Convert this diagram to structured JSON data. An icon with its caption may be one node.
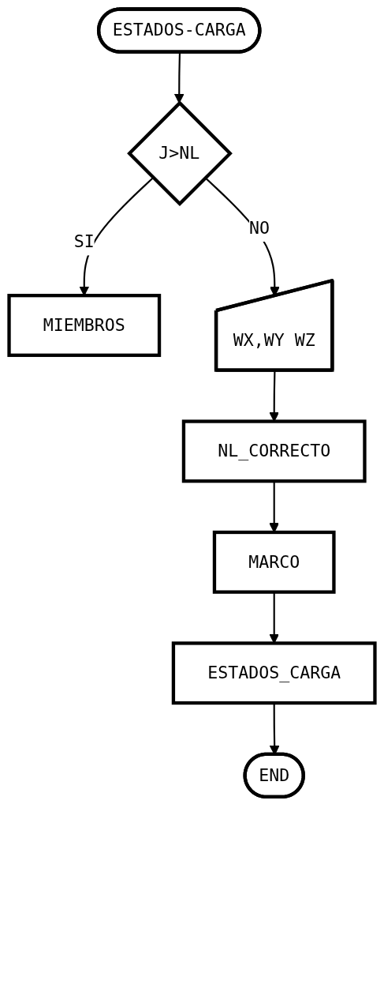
{
  "diagram": {
    "nodes": [
      {
        "text": [
          "ESTADOS-CARGA"
        ]
      },
      {
        "text": [
          "J>NL"
        ]
      },
      {
        "text": [
          "MIEMBROS"
        ]
      },
      {
        "text": [
          "WX,WY WZ"
        ]
      },
      {
        "text": [
          "NL_CORRECTO"
        ]
      },
      {
        "text": [
          "MARCO"
        ]
      },
      {
        "text": [
          "ESTADOS_CARGA"
        ]
      },
      {
        "text": [
          "END"
        ]
      }
    ],
    "edges": [
      {
        "from": 0,
        "to": 1,
        "arrow": "to"
      },
      {
        "from": 1,
        "to": 2,
        "arrow": "to",
        "label": "SI"
      },
      {
        "from": 1,
        "to": 3,
        "arrow": "to",
        "label": "NO"
      },
      {
        "from": 3,
        "to": 4,
        "arrow": "to"
      },
      {
        "from": 4,
        "to": 5,
        "arrow": "to"
      },
      {
        "from": 5,
        "to": 6,
        "arrow": "to"
      },
      {
        "from": 6,
        "to": 7,
        "arrow": "to"
      }
    ]
  }
}
